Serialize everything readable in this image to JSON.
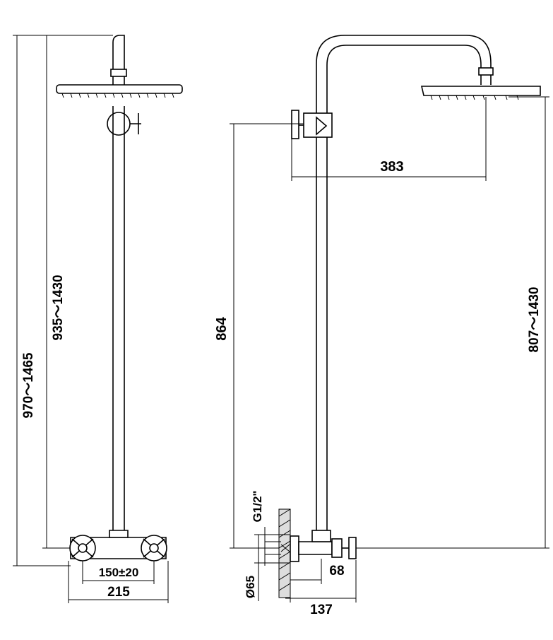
{
  "dimensions": {
    "front_total_height": "970～1465",
    "front_pipe_height": "935～1430",
    "inlet_spacing": "150±20",
    "mixer_width": "215",
    "side_valve_height": "864",
    "arm_reach": "383",
    "side_head_height": "807～1430",
    "thread": "G1/2\"",
    "flange_diameter": "Ø65",
    "mixer_depth": "68",
    "overall_depth": "137"
  }
}
